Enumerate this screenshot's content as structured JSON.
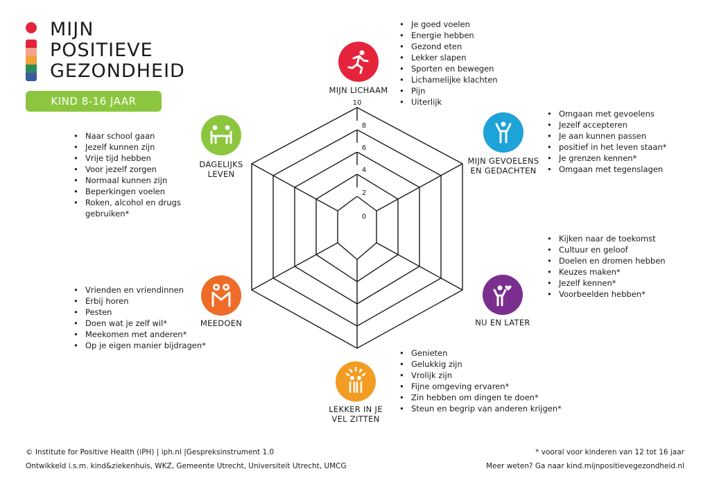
{
  "logo": {
    "line1": "MIJN",
    "line2": "POSITIEVE",
    "line3": "GEZONDHEID",
    "badge": "KIND 8-16 JAAR",
    "colors": [
      "#e5243b",
      "#f4a48a",
      "#f0a13a",
      "#2e8b57",
      "#3a5ba0"
    ]
  },
  "scale": [
    "10",
    "8",
    "6",
    "4",
    "2",
    "0"
  ],
  "dimensions": {
    "lichaam": {
      "label": "MIJN LICHAAM",
      "color": "#e5243b",
      "icon": "running-person-icon",
      "items": [
        "Je goed voelen",
        "Energie hebben",
        "Gezond eten",
        "Lekker slapen",
        "Sporten en bewegen",
        "Lichamelijke klachten",
        "Pijn",
        "Uiterlijk"
      ]
    },
    "gevoelens": {
      "label1": "MIJN GEVOELENS",
      "label2": "EN GEDACHTEN",
      "color": "#1ea3d8",
      "icon": "person-arms-up-icon",
      "items": [
        "Omgaan met gevoelens",
        "Jezelf accepteren",
        "Je aan kunnen passen",
        "positief in het leven staan*",
        "Je grenzen kennen*",
        "Omgaan met tegenslagen"
      ]
    },
    "nulater": {
      "label": "NU EN LATER",
      "color": "#7a2f8f",
      "icon": "person-with-heart-icon",
      "items": [
        "Kijken naar de toekomst",
        "Cultuur en geloof",
        "Doelen en dromen hebben",
        "Keuzes maken*",
        "Jezelf kennen*",
        "Voorbeelden hebben*"
      ]
    },
    "velzitten": {
      "label1": "LEKKER IN JE",
      "label2": "VEL ZITTEN",
      "color": "#f39c23",
      "icon": "radiant-people-icon",
      "items": [
        "Genieten",
        "Gelukkig zijn",
        "Vrolijk zijn",
        "Fijne omgeving ervaren*",
        "Zin hebben om dingen te doen*",
        "Steun en begrip van anderen krijgen*"
      ]
    },
    "meedoen": {
      "label": "MEEDOEN",
      "color": "#ee6c28",
      "icon": "two-people-icon",
      "items": [
        "Vrienden en vriendinnen",
        "Erbij horen",
        "Pesten",
        "Doen wat je zelf wil*",
        "Meekomen met anderen*",
        "Op je eigen manier bijdragen*"
      ]
    },
    "dagelijks": {
      "label1": "DAGELIJKS",
      "label2": "LEVEN",
      "color": "#8cc63e",
      "icon": "people-at-table-icon",
      "items": [
        "Naar school gaan",
        "Jezelf kunnen zijn",
        "Vrije tijd hebben",
        "Voor jezelf zorgen",
        "Normaal kunnen zijn",
        "Beperkingen voelen",
        "Roken, alcohol en drugs",
        "gebruiken*"
      ]
    }
  },
  "footer": {
    "copyright": "© Institute for Positive Health (iPH) | iph.nl |Gespreksinstrument 1.0",
    "partners": "Ontwikkeld i.s.m. kind&ziekenhuis, WKZ, Gemeente Utrecht, Universiteit Utrecht, UMCG",
    "note": "* vooral voor kinderen van 12 tot 16 jaar",
    "more": "Meer weten? Ga naar kind.mijnpositievegezondheid.nl"
  }
}
